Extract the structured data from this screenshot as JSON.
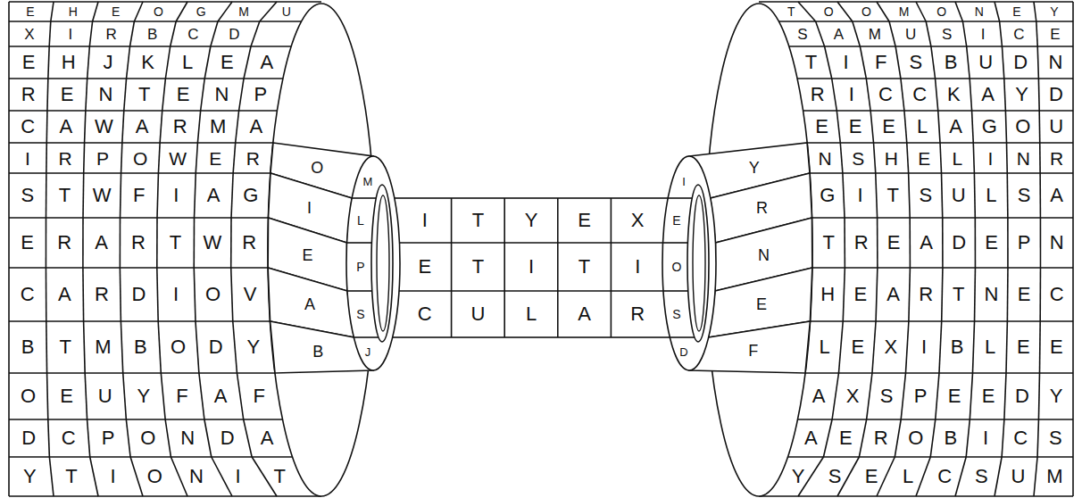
{
  "diagram": {
    "labels": [
      "E",
      "H",
      "E",
      "O",
      "G",
      "M",
      "U",
      "X",
      "I",
      "R",
      "B",
      "C",
      "D",
      "E",
      "H",
      "J",
      "K",
      "L",
      "E",
      "A",
      "R",
      "E",
      "N",
      "T",
      "E",
      "N",
      "P",
      "C",
      "A",
      "W",
      "A",
      "R",
      "M",
      "A",
      "I",
      "R",
      "P",
      "O",
      "W",
      "E",
      "R",
      "S",
      "T",
      "W",
      "F",
      "I",
      "A",
      "G",
      "E",
      "R",
      "A",
      "R",
      "T",
      "W",
      "R",
      "C",
      "A",
      "R",
      "D",
      "I",
      "O",
      "V",
      "B",
      "T",
      "M",
      "B",
      "O",
      "D",
      "Y",
      "O",
      "E",
      "U",
      "Y",
      "F",
      "A",
      "F",
      "D",
      "C",
      "P",
      "O",
      "N",
      "D",
      "A",
      "Y",
      "T",
      "I",
      "O",
      "N",
      "I",
      "T",
      "O",
      "I",
      "E",
      "A",
      "B",
      "M",
      "L",
      "P",
      "S",
      "J",
      "I",
      "T",
      "Y",
      "E",
      "X",
      "E",
      "T",
      "I",
      "T",
      "I",
      "C",
      "U",
      "L",
      "A",
      "R",
      "I",
      "E",
      "O",
      "S",
      "D",
      "Y",
      "R",
      "N",
      "E",
      "F",
      "T",
      "O",
      "O",
      "M",
      "O",
      "N",
      "E",
      "Y",
      "S",
      "A",
      "M",
      "U",
      "S",
      "I",
      "C",
      "E",
      "T",
      "I",
      "F",
      "S",
      "B",
      "U",
      "D",
      "N",
      "R",
      "I",
      "C",
      "C",
      "K",
      "A",
      "Y",
      "D",
      "E",
      "E",
      "E",
      "L",
      "A",
      "G",
      "O",
      "U",
      "N",
      "S",
      "H",
      "E",
      "L",
      "I",
      "N",
      "R",
      "G",
      "I",
      "T",
      "S",
      "U",
      "L",
      "S",
      "A",
      "T",
      "R",
      "E",
      "A",
      "D",
      "E",
      "P",
      "N",
      "H",
      "E",
      "A",
      "R",
      "T",
      "N",
      "E",
      "C",
      "L",
      "E",
      "X",
      "I",
      "B",
      "L",
      "E",
      "E",
      "A",
      "X",
      "S",
      "P",
      "E",
      "E",
      "D",
      "Y",
      "A",
      "E",
      "R",
      "O",
      "B",
      "I",
      "C",
      "S",
      "Y",
      "S",
      "E",
      "L",
      "C",
      "S",
      "U",
      "M"
    ]
  }
}
